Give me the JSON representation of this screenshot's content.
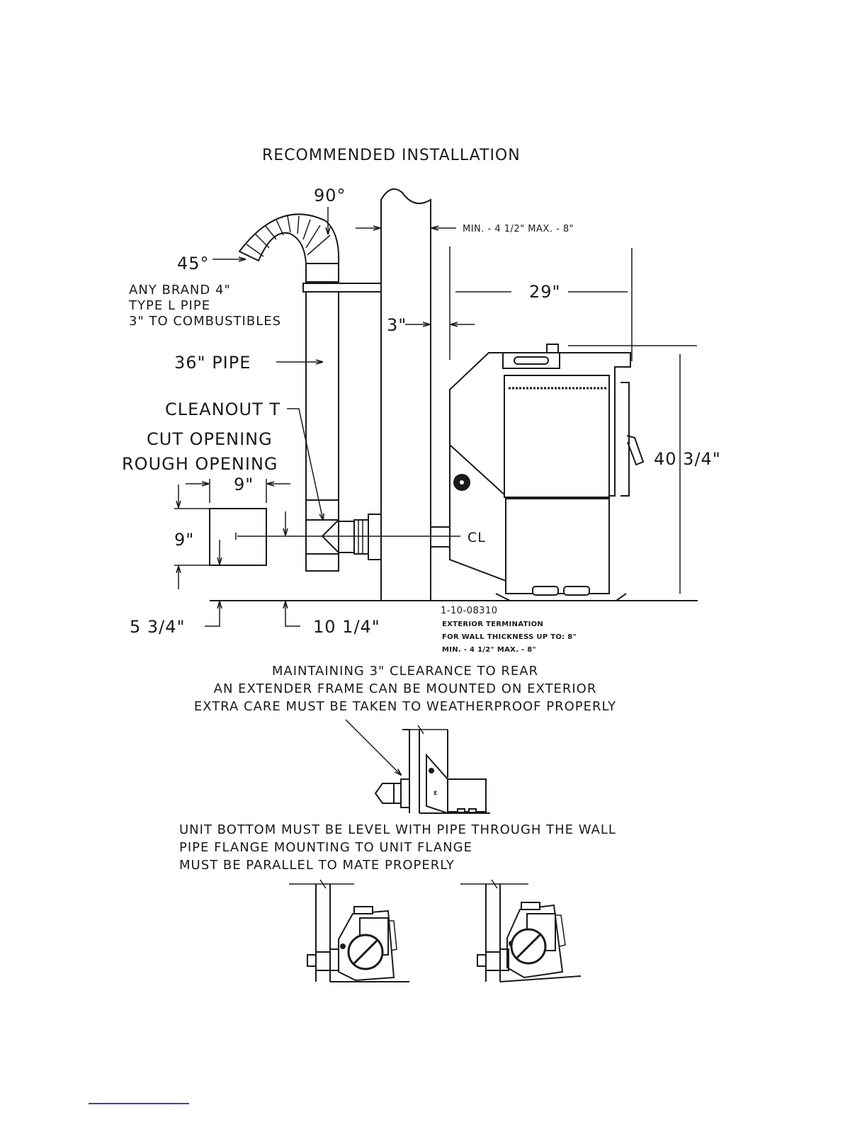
{
  "title": "RECOMMENDED INSTALLATION",
  "labels": {
    "angle_90": "90°",
    "angle_45": "45°",
    "pipe_note_1": "ANY BRAND 4\"",
    "pipe_note_2": "TYPE L PIPE",
    "pipe_note_3": "3\" TO COMBUSTIBLES",
    "pipe_36": "36\" PIPE",
    "cleanout": "CLEANOUT T",
    "cut_opening": "CUT OPENING",
    "rough_opening": "ROUGH OPENING",
    "dim_9_width": "9\"",
    "dim_9_height": "9\"",
    "dim_5_3_4": "5 3/4\"",
    "dim_10_1_4": "10 1/4\"",
    "dim_3": "3\"",
    "dim_29": "29\"",
    "dim_40_3_4": "40 3/4\"",
    "wall_thickness": "MIN. - 4 1/2\"   MAX. - 8\"",
    "centerline": "CL"
  },
  "part_note": {
    "part_number": "1-10-08310",
    "line1": "EXTERIOR TERMINATION",
    "line2": "FOR WALL THICKNESS UP TO:  8\"",
    "line3": "MIN. - 4 1/2\"   MAX. - 8\""
  },
  "notes": {
    "extender_1": "MAINTAINING 3\" CLEARANCE TO REAR",
    "extender_2": "AN EXTENDER FRAME CAN BE MOUNTED ON EXTERIOR",
    "extender_3": "EXTRA CARE MUST BE TAKEN TO WEATHERPROOF PROPERLY",
    "level_1": "UNIT BOTTOM MUST BE LEVEL WITH PIPE THROUGH THE WALL",
    "level_2": "PIPE FLANGE MOUNTING TO UNIT FLANGE",
    "level_3": "MUST BE PARALLEL TO MATE PROPERLY"
  }
}
